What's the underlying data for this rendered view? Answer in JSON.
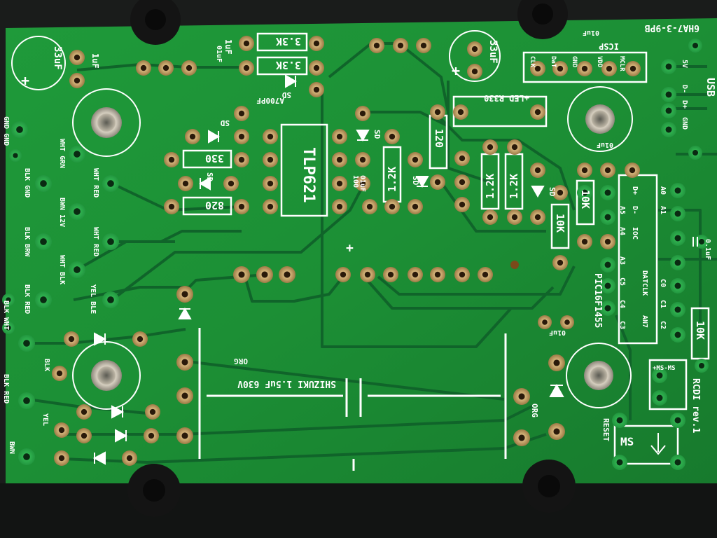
{
  "photo": {
    "board": {
      "id": "6HA7-3-9PB",
      "rev": "RCDI rev.1",
      "usb": "USB"
    },
    "silkscreen": {
      "top_left": [
        "33uF",
        "1uF",
        "1uF"
      ],
      "resistors": [
        "3.3K",
        "3.3K",
        "330",
        "820",
        "120",
        "1.2K",
        "1.2K",
        "1.2K",
        "10K",
        "10K",
        "10K",
        "R330"
      ],
      "caps": [
        "A700PF",
        "33uF",
        "100",
        "01uF",
        "01uF",
        "01uF",
        "01uF",
        "01uF",
        "0.1uF"
      ],
      "diodes": [
        "SD",
        "SD",
        "SD",
        "SD",
        "SD",
        "SD"
      ],
      "chips": [
        "TLP621",
        "PIC16F1455"
      ],
      "icsp": [
        "ICSP",
        "GND",
        "DaT",
        "CLK",
        "VDD",
        "MCLR"
      ],
      "usb_pins": [
        "5V",
        "D-",
        "D+",
        "GND"
      ],
      "pic_pins": [
        "A0",
        "A1",
        "D+",
        "D-",
        "IOC",
        "A4",
        "A5",
        "A3",
        "C5",
        "C4",
        "C3",
        "C0",
        "C1",
        "C2",
        "DATCLK",
        "AN7"
      ],
      "led": "+LED",
      "wire_left": [
        "GND GND",
        "WHT GRN",
        "BLK GND",
        "WHT RED",
        "BWN 12V",
        "BLK BRW",
        "WHT RED",
        "WHT BLK",
        "BLK RED",
        "YEL BLE",
        "BLK WHT",
        "BLK",
        "BLK RED",
        "YEL",
        "BWN"
      ],
      "capacitor_big": "SHIZUKI 1.5uF 630V",
      "orange": [
        "ORG",
        "ORG"
      ],
      "ms": [
        "+MS-MS",
        "MS"
      ],
      "reset": "RESET"
    }
  }
}
